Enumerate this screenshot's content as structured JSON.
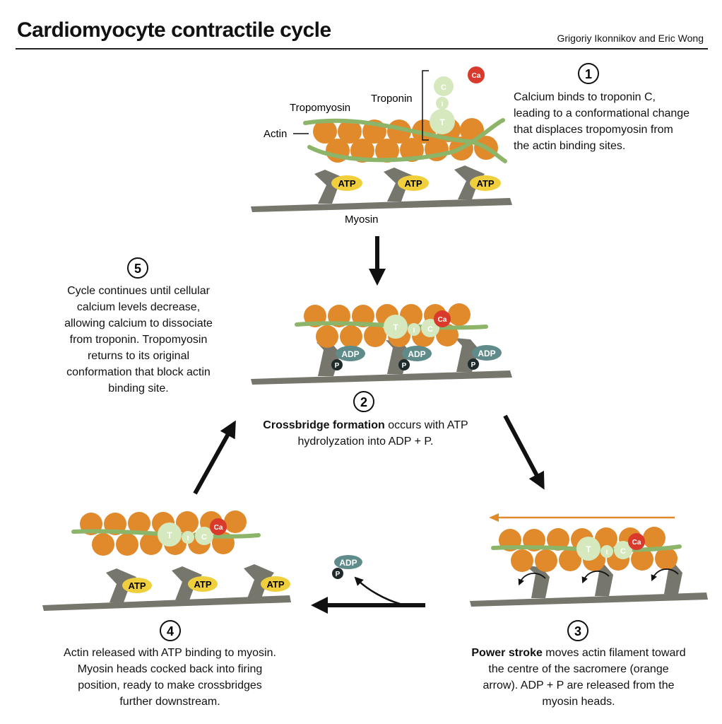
{
  "header": {
    "title": "Cardiomyocyte contractile cycle",
    "authors": "Grigoriy Ikonnikov and Eric Wong"
  },
  "labels": {
    "tropomyosin": "Tropomyosin",
    "troponin": "Troponin",
    "actin": "Actin",
    "myosin": "Myosin",
    "atp": "ATP",
    "adp": "ADP",
    "p": "P",
    "ca": "Ca",
    "c": "C",
    "i": "I",
    "t": "T"
  },
  "steps": [
    {
      "number": "1",
      "bold": "",
      "text": "Calcium binds to troponin C, leading to a conformational change that displaces tropomyosin from the actin binding sites."
    },
    {
      "number": "2",
      "bold": "Crossbridge formation",
      "text": " occurs with ATP hydrolyzation into ADP + P."
    },
    {
      "number": "3",
      "bold": "Power stroke",
      "text": " moves actin filament toward the centre of the sacromere (orange arrow). ADP + P are released from the myosin heads."
    },
    {
      "number": "4",
      "bold": "",
      "text": "Actin released with ATP binding to myosin. Myosin heads cocked back into firing position, ready to make crossbridges further downstream."
    },
    {
      "number": "5",
      "bold": "",
      "text": "Cycle continues until cellular calcium levels decrease, allowing calcium to dissociate from troponin. Tropomyosin returns to its original conformation that block actin binding site."
    }
  ],
  "colors": {
    "actin": "#e08a2c",
    "tropomyosin": "#8cb56a",
    "troponin": "#d6e8be",
    "calcium": "#d93a2b",
    "myosin": "#77766c",
    "atp": "#f0cf3c",
    "adp": "#5f8b8a",
    "phosphate": "#1f2a2a",
    "arrow": "#111111",
    "power_stroke_arrow": "#e08a2c"
  }
}
